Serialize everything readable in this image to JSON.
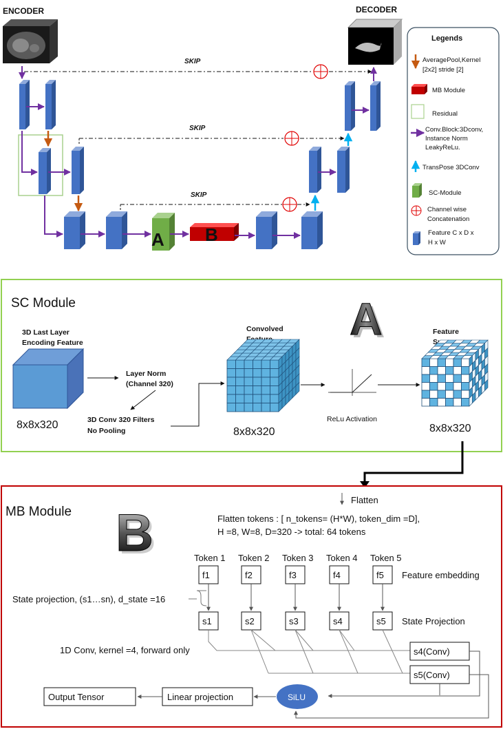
{
  "encoder": {
    "label": "ENCODER"
  },
  "decoder": {
    "label": "DECODER"
  },
  "skips": [
    "SKIP",
    "SKIP",
    "SKIP"
  ],
  "block_letters": {
    "a": "A",
    "b": "B"
  },
  "legend": {
    "title": "Legends",
    "items": [
      {
        "icon": "down-arrow-orange",
        "lines": [
          "AveragePool,Kernel",
          "[2x2] stride [2]"
        ]
      },
      {
        "icon": "red-box",
        "lines": [
          "MB Module"
        ]
      },
      {
        "icon": "green-outline-box",
        "lines": [
          "Residual"
        ]
      },
      {
        "icon": "purple-arrow",
        "lines": [
          "Conv.Block:3Dconv,",
          "Instance Norm",
          "LeakyReLu."
        ]
      },
      {
        "icon": "cyan-up-arrow",
        "lines": [
          "TransPose 3DConv"
        ]
      },
      {
        "icon": "green-box",
        "lines": [
          "SC-Module"
        ]
      },
      {
        "icon": "circle-plus",
        "lines": [
          "Channel wise",
          "Concatenation"
        ]
      },
      {
        "icon": "blue-box",
        "lines": [
          "Feature C x D x",
          "H x W"
        ]
      }
    ]
  },
  "sc_module": {
    "title": "SC Module",
    "input_label": [
      "3D Last Layer",
      "Encoding Feature"
    ],
    "input_size": "8x8x320",
    "layer_norm": [
      "Layer Norm",
      "(Channel 320)"
    ],
    "conv": [
      "3D Conv 320 Filters",
      "No Pooling"
    ],
    "convolved_label": [
      "Convolved",
      "Feature"
    ],
    "convolved_size": "8x8x320",
    "relu_label": "ReLu Activation",
    "summary_label": [
      "Feature",
      "Summary"
    ],
    "summary_size": "8x8x320",
    "letter": "A"
  },
  "mb_module": {
    "title": "MB Module",
    "letter": "B",
    "flatten": "Flatten",
    "flatten_tokens": [
      "Flatten tokens : [ n_tokens= (H*W), token_dim =D],",
      "H =8, W=8, D=320 -> total: 64 tokens"
    ],
    "tokens": [
      "Token 1",
      "Token 2",
      "Token 3",
      "Token 4",
      "Token 5"
    ],
    "features": [
      "f1",
      "f2",
      "f3",
      "f4",
      "f5"
    ],
    "states": [
      "s1",
      "s2",
      "s3",
      "s4",
      "s5"
    ],
    "feature_embedding": "Feature embedding",
    "state_projection_right": "State Projection",
    "state_projection_left": "State projection, (s1…sn), d_state =16",
    "conv1d": "1D Conv, kernel =4, forward only",
    "s4conv": "s4(Conv)",
    "s5conv": "s5(Conv)",
    "silu": "SiLU",
    "linear": "Linear projection",
    "output": "Output Tensor"
  },
  "colors": {
    "block_blue": "#4472c4",
    "purple": "#7030a0",
    "orange": "#c55a11",
    "cyan": "#00b0f0",
    "green_module": "#70ad47",
    "red_module": "#c00000",
    "grid_blue": "#5fb3e0",
    "silu_blue": "#4472c4"
  }
}
